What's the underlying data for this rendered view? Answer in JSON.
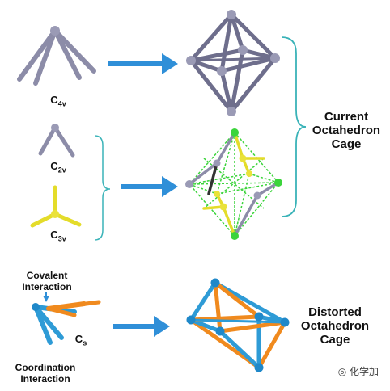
{
  "labels": {
    "c4v": {
      "main": "C",
      "sub": "4v"
    },
    "c2v": {
      "main": "C",
      "sub": "2v"
    },
    "c3v": {
      "main": "C",
      "sub": "3v"
    },
    "cs": {
      "main": "C",
      "sub": "s"
    },
    "current": [
      "Current",
      "Octahedron",
      "Cage"
    ],
    "distorted": [
      "Distorted",
      "Octahedron",
      "Cage"
    ],
    "covalent": [
      "Covalent",
      "Interaction"
    ],
    "coordination": [
      "Coordination",
      "Interaction"
    ]
  },
  "watermark": "化学加",
  "colors": {
    "gray": "#8c8ca8",
    "yellow": "#e4dc2a",
    "green": "#3bd43b",
    "cyan": "#2e9bd6",
    "orange": "#f08a1e",
    "arrow": "#2f8fd8",
    "brace": "#3ab3b8"
  }
}
